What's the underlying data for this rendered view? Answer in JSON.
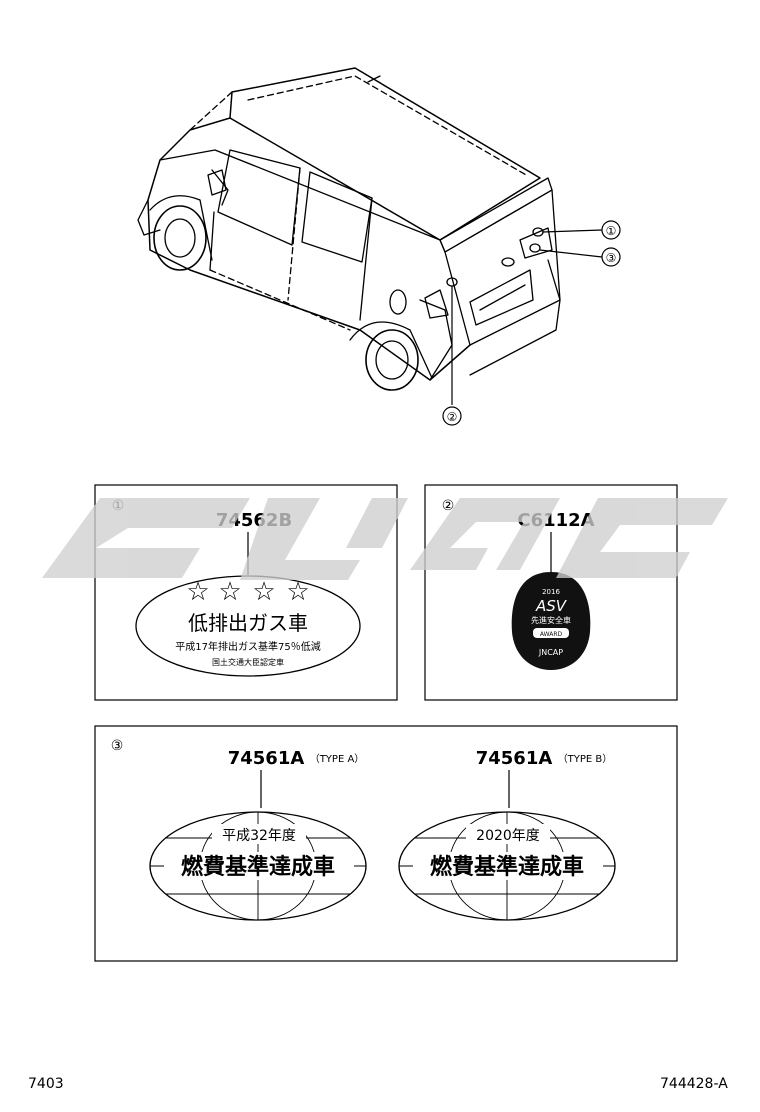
{
  "callouts": {
    "c1": "①",
    "c2": "②",
    "c3": "③"
  },
  "panel1": {
    "callout": "①",
    "part_number": "74562B",
    "label_line1": "低排出ガス車",
    "label_line2": "平成17年排出ガス基準75％低減",
    "label_line3": "国土交通大臣認定車",
    "stars": 4
  },
  "panel2": {
    "callout": "②",
    "part_number": "C6112A",
    "badge_year": "2016",
    "badge_logo": "ASV",
    "badge_line": "先進安全車",
    "badge_award": "AWARD",
    "badge_org": "JNCAP"
  },
  "panel3": {
    "callout": "③",
    "items": [
      {
        "part_number": "74561A",
        "type": "（TYPE A）",
        "year_line": "平成32年度",
        "main_text": "燃費基準達成車"
      },
      {
        "part_number": "74561A",
        "type": "（TYPE B）",
        "year_line": "2020年度",
        "main_text": "燃費基準達成車"
      }
    ]
  },
  "footer": {
    "left": "7403",
    "right": "744428-A"
  },
  "colors": {
    "watermark": "#cccccc",
    "badge_fill": "#111111",
    "line": "#000000"
  }
}
